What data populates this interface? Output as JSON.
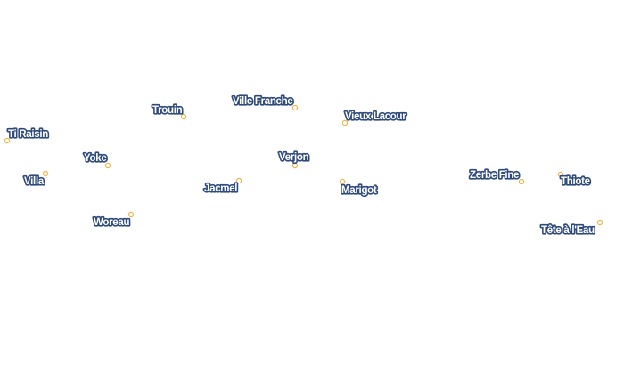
{
  "map": {
    "colors": {
      "background": "#ffffff",
      "label_text": "#ffffff",
      "label_halo": "#2f4b7c",
      "marker_stroke": "#f2b54a",
      "marker_fill": "#ffffff"
    },
    "places": [
      {
        "name": "Ti Raisin"
      },
      {
        "name": "Villa"
      },
      {
        "name": "Yoke"
      },
      {
        "name": "Woreau"
      },
      {
        "name": "Trouin"
      },
      {
        "name": "Jacmel"
      },
      {
        "name": "Ville Franche"
      },
      {
        "name": "Verjon"
      },
      {
        "name": "Vieux Lacour"
      },
      {
        "name": "Marigot"
      },
      {
        "name": "Zerbe Fine"
      },
      {
        "name": "Thiote"
      },
      {
        "name": "Tête à l'Eau"
      }
    ]
  }
}
